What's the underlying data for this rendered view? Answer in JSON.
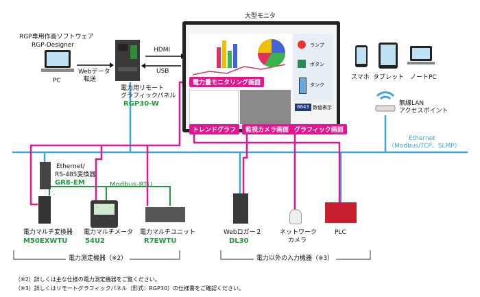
{
  "title_monitor": "大型モニタ",
  "pc": {
    "line1": "RGP専用作画ソフトウェア",
    "line2": "RGP-Designer",
    "label": "PC"
  },
  "web_transfer": {
    "line1": "Webデータ",
    "line2": "転送"
  },
  "rgp": {
    "line1": "電力用リモート",
    "line2": "グラフィックパネル",
    "model": "RGP30-W"
  },
  "hdmi": "HDMI",
  "usb": "USB",
  "screen_labels": {
    "monitoring": "電力量モニタリング画面",
    "trend": "トレンドグラフ",
    "camera": "監視カメラ画面",
    "graphic": "グラフィック画面"
  },
  "panel_items": {
    "lamp": "ランプ",
    "button": "ボタン",
    "tank": "タンク",
    "value": "8643",
    "value_label": "数値表示"
  },
  "devices_top": {
    "smartphone": "スマホ",
    "tablet": "タブレット",
    "notepc": "ノートPC"
  },
  "wifi": {
    "line1": "無線LAN",
    "line2": "アクセスポイント"
  },
  "ethernet": {
    "line1": "Ethernet",
    "line2": "（Modbus/TCP、SLMP）"
  },
  "gr8": {
    "line1": "Ethernet/",
    "line2": "RS-485変換器",
    "model": "GR8-EM"
  },
  "modbus_rtu": "Modbus-RTU",
  "bottom_devices": [
    {
      "name": "電力マルチ変換器",
      "model": "M50EXWTU"
    },
    {
      "name": "電力マルチメータ",
      "model": "54U2"
    },
    {
      "name": "電力マルチユニット",
      "model": "R7EWTU"
    },
    {
      "name": "Webロガー２",
      "model": "DL30"
    },
    {
      "name": "ネットワーク",
      "name2": "カメラ"
    },
    {
      "name": "PLC"
    }
  ],
  "group1": "電力測定機器（※2）",
  "group2": "電力以外の入力機器（※3）",
  "notes": [
    "（※2）詳しくは主な仕様の電力測定機器をご覧ください。",
    "（※3）詳しくはリモートグラフィックパネル（形式：RGP30）の仕様書をご確認ください。"
  ],
  "colors": {
    "pink": "#e4168f",
    "blue": "#39a7d8",
    "green": "#1e9a3c"
  }
}
